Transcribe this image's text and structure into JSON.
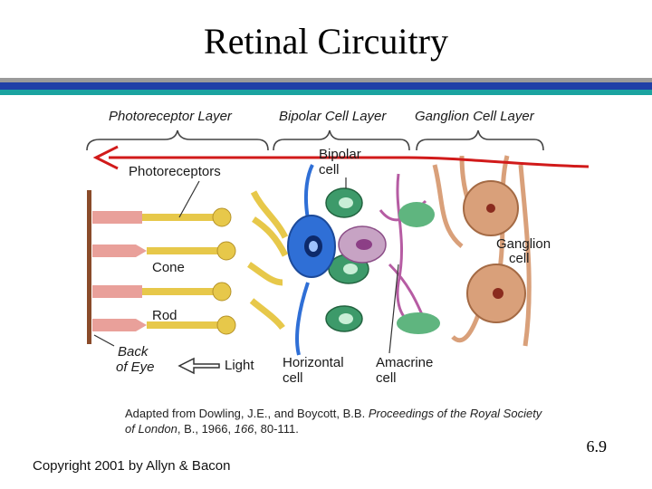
{
  "slide": {
    "title": "Retinal Circuitry",
    "number": "6.9",
    "copyright": "Copyright 2001 by Allyn & Bacon"
  },
  "caption": {
    "prefix": "Adapted from Dowling, J.E., and Boycott, B.B. ",
    "journal": "Proceedings of the Royal Society of London",
    "middle": ", B., 1966, ",
    "volume": "166",
    "suffix": ", 80-111."
  },
  "diagram": {
    "layers": {
      "photoreceptor": "Photoreceptor Layer",
      "bipolar": "Bipolar Cell Layer",
      "ganglion": "Ganglion Cell Layer"
    },
    "labels": {
      "photoreceptors": "Photoreceptors",
      "bipolar_line1": "Bipolar",
      "bipolar_line2": "cell",
      "cone": "Cone",
      "rod": "Rod",
      "ganglion_line1": "Ganglion",
      "ganglion_line2": "cell",
      "back_line1": "Back",
      "back_line2": "of Eye",
      "light": "Light",
      "horizontal_line1": "Horizontal",
      "horizontal_line2": "cell",
      "amacrine_line1": "Amacrine",
      "amacrine_line2": "cell"
    },
    "colors": {
      "arrow": "#d11a1a",
      "photoreceptor": "#e7c84a",
      "bipolar": "#3d9a6a",
      "horizontal": "#2f6fd6",
      "amacrine": "#b65ca3",
      "ganglion": "#d9a07a",
      "back_of_eye": "#8a4b2a"
    }
  }
}
